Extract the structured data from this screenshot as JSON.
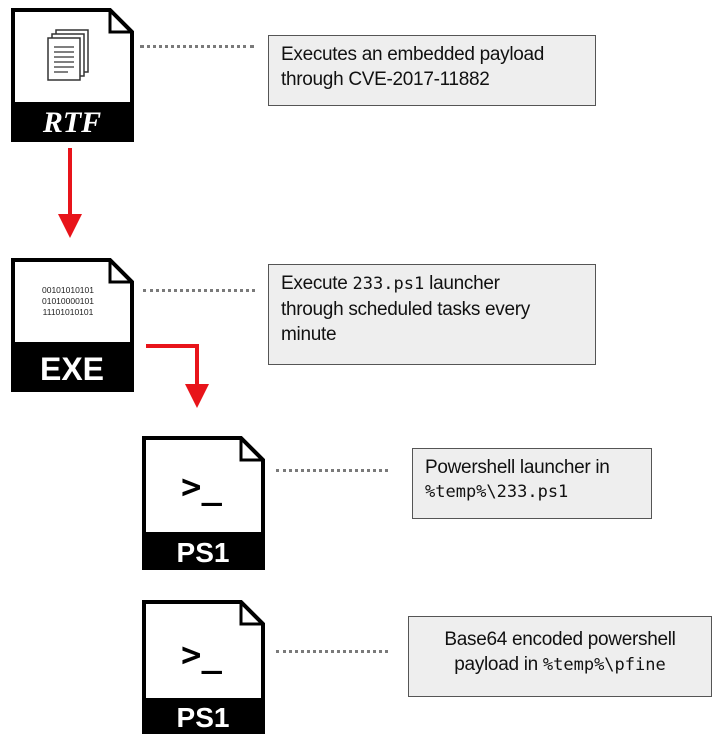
{
  "colors": {
    "arrow": "#e8141a",
    "box_bg": "#eeeeee",
    "box_border": "#555555",
    "icon_band": "#000000"
  },
  "icons": {
    "rtf": {
      "label": "RTF",
      "glyph": "document-icon"
    },
    "exe": {
      "label": "EXE",
      "binary_lines": [
        "00101010101",
        "01010000101",
        "11101010101"
      ]
    },
    "ps1_launcher": {
      "label": "PS1",
      "prompt": ">_"
    },
    "ps1_payload": {
      "label": "PS1",
      "prompt": ">_"
    }
  },
  "callouts": {
    "rtf": {
      "line1": "Executes an embedded payload",
      "line2": "through CVE-2017-11882"
    },
    "exe": {
      "line1_pre": "Execute ",
      "line1_code": "233.ps1",
      "line1_post": " launcher",
      "line2": "through scheduled tasks every",
      "line3": "minute"
    },
    "ps1_launcher": {
      "line1": "Powershell launcher in",
      "line2_code": "%temp%\\233.ps1"
    },
    "ps1_payload": {
      "line1": "Base64 encoded powershell",
      "line2_pre": "payload in ",
      "line2_code": "%temp%\\pfine"
    }
  }
}
